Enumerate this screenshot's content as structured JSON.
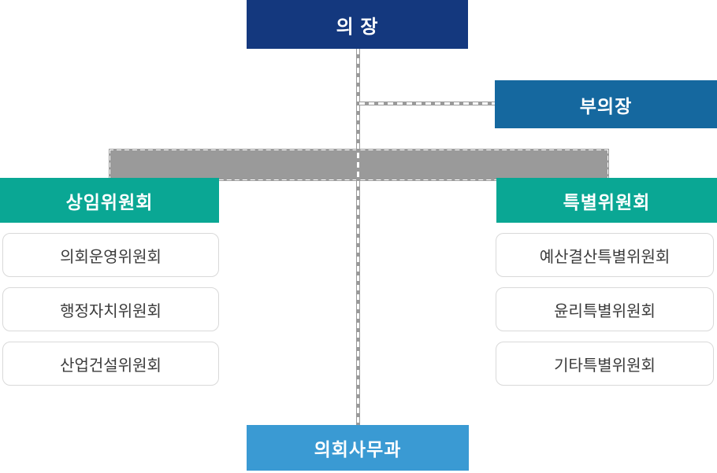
{
  "diagram": {
    "type": "org-chart",
    "chairman": {
      "label": "의 장"
    },
    "vice_chairman": {
      "label": "부의장"
    },
    "standing_committee": {
      "title": "상임위원회",
      "items": [
        "의회운영위원회",
        "행정자치위원회",
        "산업건설위원회"
      ]
    },
    "special_committee": {
      "title": "특별위원회",
      "items": [
        "예산결산특별위원회",
        "윤리특별위원회",
        "기타특별위원회"
      ]
    },
    "secretariat": {
      "label": "의회사무과"
    },
    "colors": {
      "chairman_bg": "#14387e",
      "vice_chairman_bg": "#15689f",
      "committee_header_bg": "#0aa794",
      "secretariat_bg": "#3a9ad3",
      "connector_gray": "#9a9a9a",
      "item_border": "#d9d9d9",
      "item_text": "#3b3b3b"
    }
  }
}
